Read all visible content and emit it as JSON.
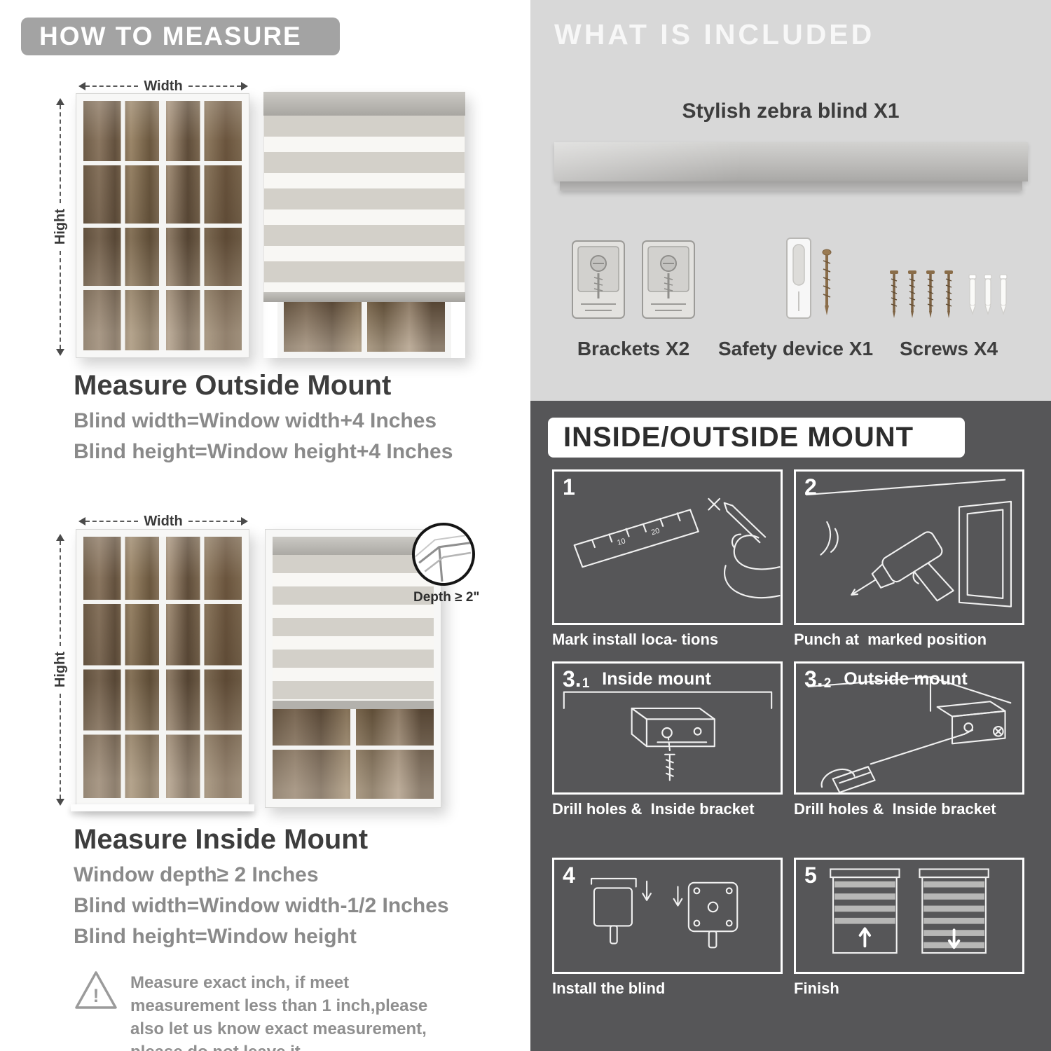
{
  "colors": {
    "banner_gray": "#a3a3a3",
    "light_gray_bg": "#d8d8d8",
    "dark_gray_bg": "#565658",
    "heading_text": "#3d3d3d",
    "body_text": "#8a8a8a"
  },
  "left": {
    "header": "HOW TO MEASURE",
    "outside": {
      "width_label": "Width",
      "height_label": "Hight",
      "title": "Measure Outside Mount",
      "line1": "Blind width=Window width+4 Inches",
      "line2": "Blind height=Window height+4 Inches"
    },
    "inside": {
      "width_label": "Width",
      "height_label": "Hight",
      "depth_label": "Depth ≥ 2\"",
      "title": "Measure Inside Mount",
      "line1": "Window depth≥ 2 Inches",
      "line2": "Blind width=Window width-1/2 Inches",
      "line3": "Blind height=Window height"
    },
    "warning": {
      "icon": "!",
      "text": "Measure exact inch, if meet measurement less than 1 inch,please also let us know exact measurement, please do not leave it"
    }
  },
  "right": {
    "included": {
      "header": "WHAT IS INCLUDED",
      "blind_label": "Stylish zebra blind X1",
      "items": [
        {
          "label": "Brackets X2",
          "icon": "brackets-icon"
        },
        {
          "label": "Safety device X1",
          "icon": "safety-device-icon"
        },
        {
          "label": "Screws X4",
          "icon": "screws-icon"
        }
      ]
    },
    "mount": {
      "header": "INSIDE/OUTSIDE MOUNT",
      "steps": [
        {
          "num": "1",
          "caption": "Mark install loca- tions",
          "ruler_marks": [
            "10",
            "20"
          ]
        },
        {
          "num": "2",
          "caption": "Punch at  marked position"
        },
        {
          "num": "3.",
          "sub": "1",
          "title": "Inside mount",
          "caption": "Drill holes &  Inside bracket"
        },
        {
          "num": "3.",
          "sub": "2",
          "title": "Outside mount",
          "caption": "Drill holes &  Inside bracket"
        },
        {
          "num": "4",
          "caption": "Install the blind"
        },
        {
          "num": "5",
          "caption": "Finish"
        }
      ]
    }
  }
}
